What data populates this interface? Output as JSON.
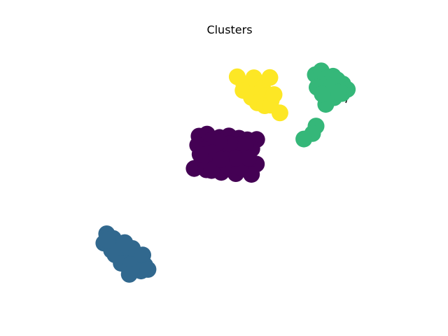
{
  "chart_data": {
    "type": "scatter",
    "title": "Clusters",
    "xlabel": "",
    "ylabel": "",
    "axes_visible": false,
    "xlim": [
      0,
      100
    ],
    "ylim": [
      0,
      100
    ],
    "marker": "circle",
    "series": [
      {
        "color": "#440154",
        "points": [
          [
            41.2,
            63.0
          ],
          [
            43.5,
            63.8
          ],
          [
            40.8,
            59.5
          ],
          [
            44.9,
            61.5
          ],
          [
            47.1,
            62.5
          ],
          [
            49.8,
            63.1
          ],
          [
            52.7,
            62.2
          ],
          [
            55.1,
            61.6
          ],
          [
            57.8,
            61.7
          ],
          [
            42.8,
            57.8
          ],
          [
            45.2,
            58.0
          ],
          [
            46.6,
            55.9
          ],
          [
            48.5,
            57.5
          ],
          [
            50.5,
            55.7
          ],
          [
            52.0,
            58.1
          ],
          [
            54.1,
            56.3
          ],
          [
            56.4,
            58.1
          ],
          [
            44.1,
            53.3
          ],
          [
            46.3,
            51.8
          ],
          [
            48.2,
            52.1
          ],
          [
            50.3,
            52.5
          ],
          [
            52.6,
            52.7
          ],
          [
            55.0,
            51.5
          ],
          [
            57.7,
            52.2
          ],
          [
            39.8,
            50.5
          ],
          [
            43.3,
            50.0
          ],
          [
            47.6,
            49.0
          ],
          [
            51.8,
            48.5
          ],
          [
            56.3,
            48.2
          ],
          [
            42.0,
            54.4
          ],
          [
            44.8,
            49.7
          ],
          [
            52.9,
            59.6
          ],
          [
            50.1,
            60.1
          ],
          [
            54.6,
            59.4
          ],
          [
            47.0,
            60.8
          ],
          [
            49.5,
            51.5
          ],
          [
            53.0,
            50.9
          ],
          [
            45.0,
            56.5
          ],
          [
            55.5,
            54.5
          ],
          [
            41.5,
            56.0
          ],
          [
            51.8,
            54.5
          ],
          [
            47.5,
            54.0
          ]
        ]
      },
      {
        "color": "#31688e",
        "points": [
          [
            14.6,
            25.2
          ],
          [
            16.5,
            23.4
          ],
          [
            13.8,
            21.6
          ],
          [
            15.8,
            20.2
          ],
          [
            17.6,
            21.2
          ],
          [
            18.5,
            19.8
          ],
          [
            19.4,
            17.9
          ],
          [
            21.4,
            16.8
          ],
          [
            22.8,
            15.1
          ],
          [
            24.5,
            13.7
          ],
          [
            25.6,
            13.0
          ],
          [
            23.3,
            11.7
          ],
          [
            20.0,
            15.4
          ],
          [
            17.0,
            17.1
          ],
          [
            18.8,
            13.8
          ],
          [
            21.4,
            13.3
          ],
          [
            24.5,
            10.8
          ],
          [
            21.1,
            9.5
          ],
          [
            22.0,
            19.5
          ],
          [
            25.0,
            17.0
          ],
          [
            16.0,
            18.8
          ],
          [
            19.8,
            21.8
          ],
          [
            26.5,
            11.4
          ],
          [
            14.9,
            22.8
          ]
        ]
      },
      {
        "color": "#35b779",
        "points": [
          [
            74.7,
            86.8
          ],
          [
            76.4,
            88.3
          ],
          [
            78.3,
            85.6
          ],
          [
            79.8,
            86.2
          ],
          [
            81.0,
            84.8
          ],
          [
            82.6,
            83.2
          ],
          [
            83.9,
            81.1
          ],
          [
            82.4,
            79.5
          ],
          [
            80.1,
            77.9
          ],
          [
            78.2,
            77.5
          ],
          [
            77.7,
            80.8
          ],
          [
            76.3,
            83.2
          ],
          [
            75.2,
            81.9
          ],
          [
            77.7,
            75.3
          ],
          [
            74.9,
            66.9
          ],
          [
            73.9,
            64.0
          ],
          [
            71.4,
            61.9
          ],
          [
            79.5,
            82.5
          ],
          [
            81.2,
            80.0
          ],
          [
            76.7,
            79.3
          ]
        ]
      },
      {
        "color": "#fde725",
        "points": [
          [
            52.2,
            86.0
          ],
          [
            54.1,
            83.2
          ],
          [
            53.9,
            80.7
          ],
          [
            55.6,
            81.6
          ],
          [
            57.0,
            85.6
          ],
          [
            58.0,
            83.4
          ],
          [
            59.5,
            81.7
          ],
          [
            61.6,
            85.7
          ],
          [
            58.4,
            79.5
          ],
          [
            60.5,
            78.7
          ],
          [
            62.0,
            76.9
          ],
          [
            56.3,
            78.0
          ],
          [
            58.0,
            75.9
          ],
          [
            60.1,
            74.8
          ],
          [
            61.8,
            75.0
          ],
          [
            64.5,
            72.0
          ],
          [
            62.8,
            79.1
          ]
        ]
      }
    ]
  }
}
